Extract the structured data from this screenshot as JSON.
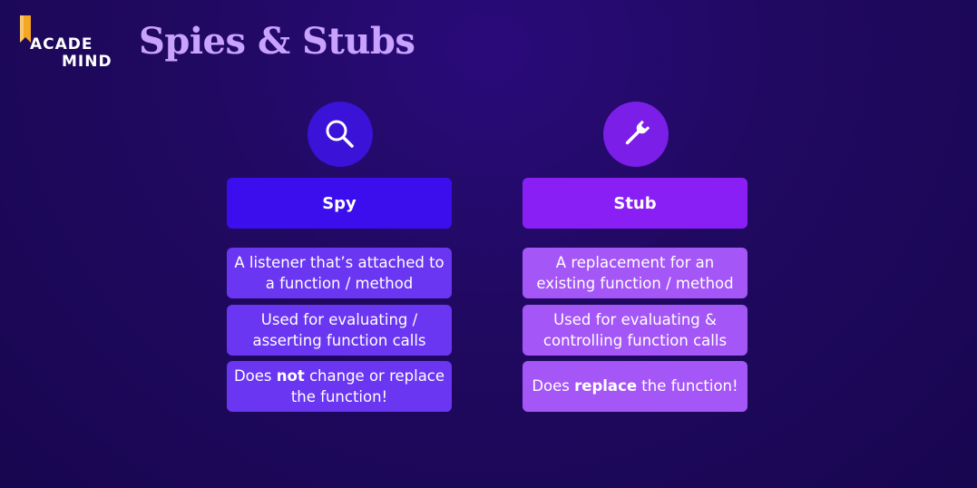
{
  "logo": {
    "line1": "ACADE",
    "line2": "MIND"
  },
  "title": "Spies & Stubs",
  "colors": {
    "title": "#c9a2ff",
    "spy_header": "#3d0eed",
    "stub_header": "#8a1ff5",
    "spy_desc": "#6a36f2",
    "stub_desc": "#a456f7",
    "logo_flag": "#f5a623"
  },
  "columns": {
    "spy": {
      "icon": "magnifier-icon",
      "label": "Spy",
      "items": [
        {
          "pre": "A listener that’s attached to a function / method",
          "bold": "",
          "post": ""
        },
        {
          "pre": "Used for evaluating / asserting function calls",
          "bold": "",
          "post": ""
        },
        {
          "pre": "Does ",
          "bold": "not",
          "post": " change or replace the function!"
        }
      ]
    },
    "stub": {
      "icon": "wrench-icon",
      "label": "Stub",
      "items": [
        {
          "pre": "A replacement for an existing function / method",
          "bold": "",
          "post": ""
        },
        {
          "pre": "Used for evaluating & controlling function calls",
          "bold": "",
          "post": ""
        },
        {
          "pre": "Does ",
          "bold": "replace",
          "post": " the function!"
        }
      ]
    }
  }
}
